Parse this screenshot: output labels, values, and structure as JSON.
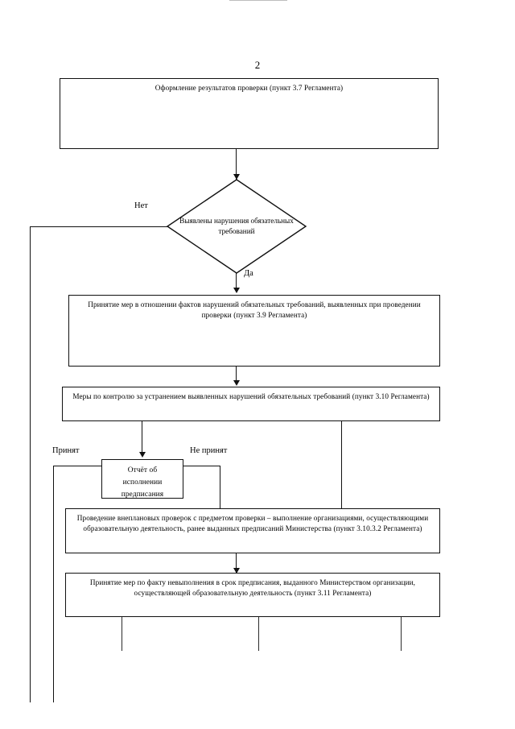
{
  "document": {
    "page_number": "2",
    "language": "ru"
  },
  "flowchart": {
    "title": "",
    "nodes": [
      {
        "id": "registration-results",
        "type": "process",
        "text": "Оформление результатов проверки (пункт 3.7 Регламента)"
      },
      {
        "id": "violations-decision",
        "type": "decision",
        "text": "Выявлены нарушения обязательных требований"
      },
      {
        "id": "measures-violations",
        "type": "process",
        "text": "Принятие мер в отношении фактов нарушений обязательных требований, выявленных при проведении проверки (пункт 3.9 Регламента)"
      },
      {
        "id": "control-measures",
        "type": "process",
        "text": "Меры по контролю за устранением выявленных нарушений обязательных требований (пункт 3.10 Регламента)"
      },
      {
        "id": "report-execution",
        "type": "process",
        "text": "Отчёт об исполнении предписания"
      },
      {
        "id": "unscheduled-inspections",
        "type": "process",
        "text": "Проведение внеплановых проверок с предметом проверки – выполнение организациями, осуществляющими образовательную деятельность, ранее выданных предписаний Министерства (пункт 3.10.3.2 Регламента)"
      },
      {
        "id": "measures-nonfulfilment",
        "type": "process",
        "text": "Принятие мер по факту невыполнения в срок предписания, выданного Министерством организации, осуществляющей образовательную деятельность (пункт 3.11 Регламента)"
      }
    ],
    "edge_labels": [
      {
        "id": "label-no",
        "text": "Нет"
      },
      {
        "id": "label-yes",
        "text": "Да"
      },
      {
        "id": "label-accepted",
        "text": "Принят"
      },
      {
        "id": "label-not-accepted",
        "text": "Не принят"
      }
    ]
  }
}
